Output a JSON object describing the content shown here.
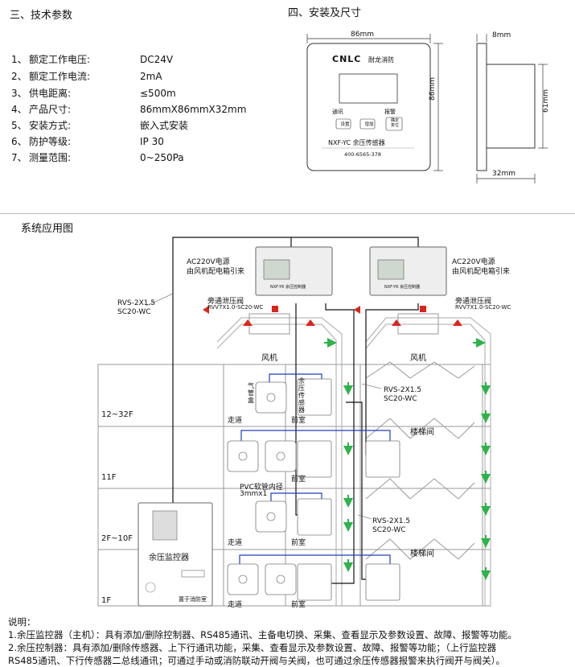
{
  "sections": {
    "tech_title": "三、技术参数",
    "install_title": "四、安装及尺寸",
    "system_title": "系统应用图"
  },
  "specs": [
    {
      "num": "1、",
      "label": "额定工作电压:",
      "value": "DC24V"
    },
    {
      "num": "2、",
      "label": "额定工作电流:",
      "value": "2mA"
    },
    {
      "num": "3、",
      "label": "供电距离:",
      "value": "≤500m"
    },
    {
      "num": "4、",
      "label": "产品尺寸:",
      "value": "86mmX86mmX32mm"
    },
    {
      "num": "5、",
      "label": "安装方式:",
      "value": "嵌入式安装"
    },
    {
      "num": "6、",
      "label": "防护等级:",
      "value": "IP 30"
    },
    {
      "num": "7、",
      "label": "测量范围:",
      "value": "0~250Pa"
    }
  ],
  "device": {
    "brand": "CNLC",
    "brand_cn": "耐龙消防",
    "comm_label": "通讯",
    "alarm_label": "报警",
    "btn_set": "设置",
    "btn_add": "增加",
    "btn_reset": "确定\n复位",
    "model": "NXF-YC 余压传感器",
    "phone": "400-6565-378"
  },
  "dimensions": {
    "front_width": "86mm",
    "front_height": "86mm",
    "side_depth_top": "8mm",
    "side_height": "61mm",
    "side_depth": "32mm"
  },
  "diagram": {
    "ac_label_1": "AC220V电源",
    "ac_label_2": "由风机配电箱引来",
    "ac_label_3": "AC220V电源",
    "ac_label_4": "由风机配电箱引来",
    "controller_model": "NXF-YK 余压控制器",
    "cable_left_1": "RVS-2X1.5",
    "cable_left_2": "SC20-WC",
    "bypass_label_1": "旁通泄压阀",
    "bypass_model_1": "RVV7X1.0-SC20-WC",
    "bypass_label_2": "旁通泄压阀",
    "bypass_model_2": "RVV7X1.0-SC20-WC",
    "fan_1": "风机",
    "fan_2": "风机",
    "floor_top": "12~32F",
    "floor_11": "11F",
    "floor_mid": "2F~10F",
    "floor_1": "1F",
    "corridor": "走道",
    "anteroom": "前室",
    "air_tube": "气管盒",
    "sensor_label": "余压传感器",
    "cable_right_1a": "RVS-2X1.5",
    "cable_right_1b": "SC20-WC",
    "cable_right_2a": "RVS-2X1.5",
    "cable_right_2b": "SC20-WC",
    "stairwell": "楼梯间",
    "pvc_1": "PVC软管内径",
    "pvc_2": "3mmx1",
    "monitor": "余压监控器",
    "monitor_room": "置于消防室"
  },
  "notes": {
    "title": "说明：",
    "line1": "1.余压监控器（主机）：具有添加/删除控制器、RS485通讯、主备电切换、采集、查看显示及参数设置、故障、报警等功能。",
    "line2": "2.余压控制器：具有添加/删除传感器、上下行通讯功能，采集、查看显示及参数设置、故障、报警等功能；（上行监控器",
    "line3": "RS485通讯、下行传感器二总线通讯；可通过手动或消防联动开阀与关阀，也可通过余压传感器报警来执行阀开与阀关）。"
  }
}
